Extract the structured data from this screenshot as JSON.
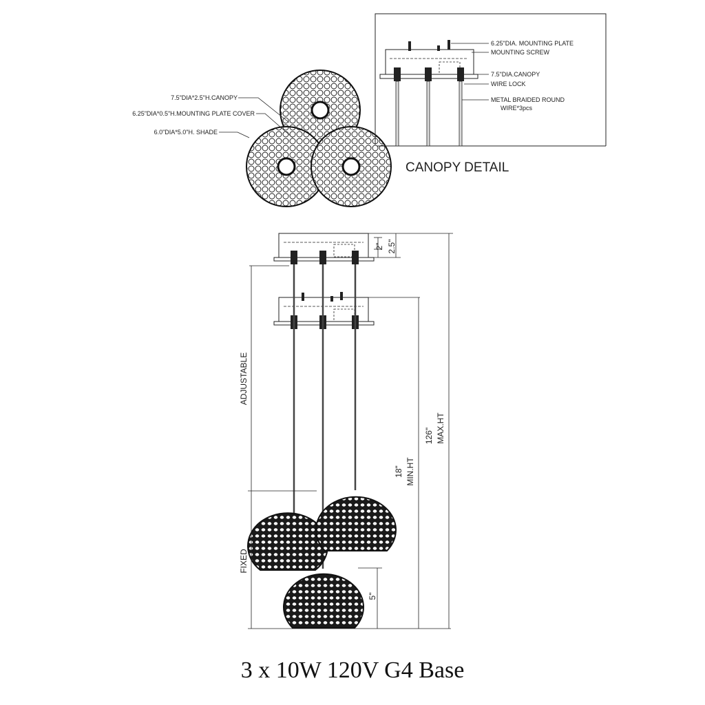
{
  "top_view_labels": {
    "canopy": "7.5\"DIA*2.5\"H.CANOPY",
    "plate_cover": "6.25\"DIA*0.5\"H.MOUNTING PLATE COVER",
    "shade": "6.0\"DIA*5.0\"H. SHADE"
  },
  "canopy_detail": {
    "title": "CANOPY DETAIL",
    "mounting_plate": "6.25\"DIA. MOUNTING PLATE",
    "mounting_screw": "MOUNTING SCREW",
    "canopy": "7.5\"DIA.CANOPY",
    "wire_lock": "WIRE LOCK",
    "wire_line1": "METAL BRAIDED ROUND",
    "wire_line2": "WIRE*3pcs"
  },
  "side_view": {
    "dim_2": "2\"",
    "dim_2_5": "2.5\"",
    "adjustable": "ADJUSTABLE",
    "fixed": "FIXED",
    "min_value": "18\"",
    "min_label": "MIN.HT",
    "max_value": "126\"",
    "max_label": "MAX.HT",
    "shade_height": "5\""
  },
  "caption": "3 x 10W 120V G4 Base"
}
